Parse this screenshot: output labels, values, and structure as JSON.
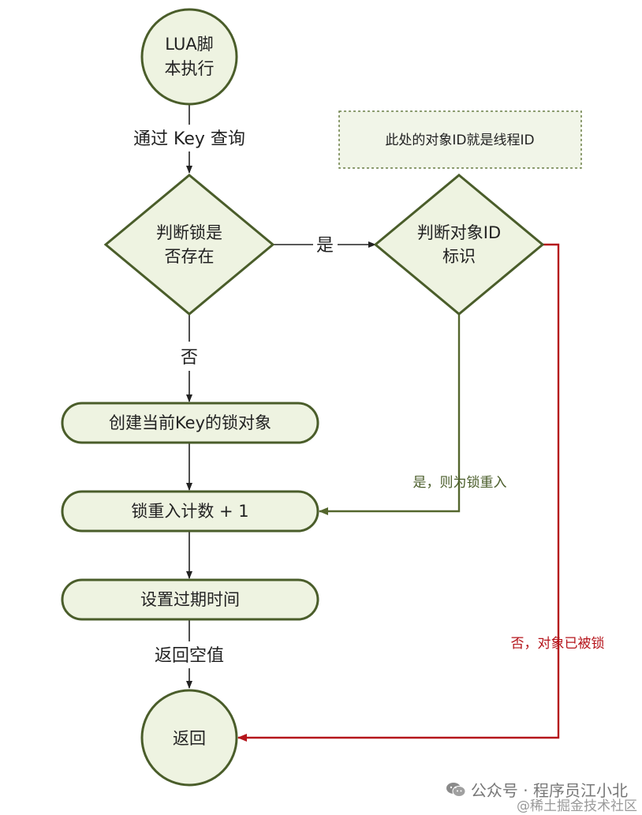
{
  "colors": {
    "node_fill": "#eef3e1",
    "node_stroke": "#4a5d2a",
    "note_fill": "#f1f5e8",
    "note_stroke": "#6a7f45",
    "arrow_black": "#222222",
    "arrow_green": "#54662d",
    "arrow_red": "#b5141b",
    "label_green": "#4a5d2a",
    "label_red": "#b5141b"
  },
  "nodes": {
    "start": {
      "line1": "LUA脚",
      "line2": "本执行"
    },
    "decision_lock": {
      "line1": "判断锁是",
      "line2": "否存在"
    },
    "decision_owner": {
      "line1": "判断对象ID",
      "line2": "标识"
    },
    "create": "创建当前Key的锁对象",
    "reentry": "锁重入计数 + 1",
    "expire": "设置过期时间",
    "end": "返回"
  },
  "note": "此处的对象ID就是线程ID",
  "edge_labels": {
    "query": "通过 Key 查询",
    "yes": "是",
    "no": "否",
    "yes_reentry": "是，则为锁重入",
    "no_locked": "否，对象已被锁",
    "return_nil": "返回空值"
  },
  "watermark": {
    "icon": "wechat-icon",
    "line1": "公众号 · 程序员江小北",
    "line2": "@稀土掘金技术社区"
  }
}
